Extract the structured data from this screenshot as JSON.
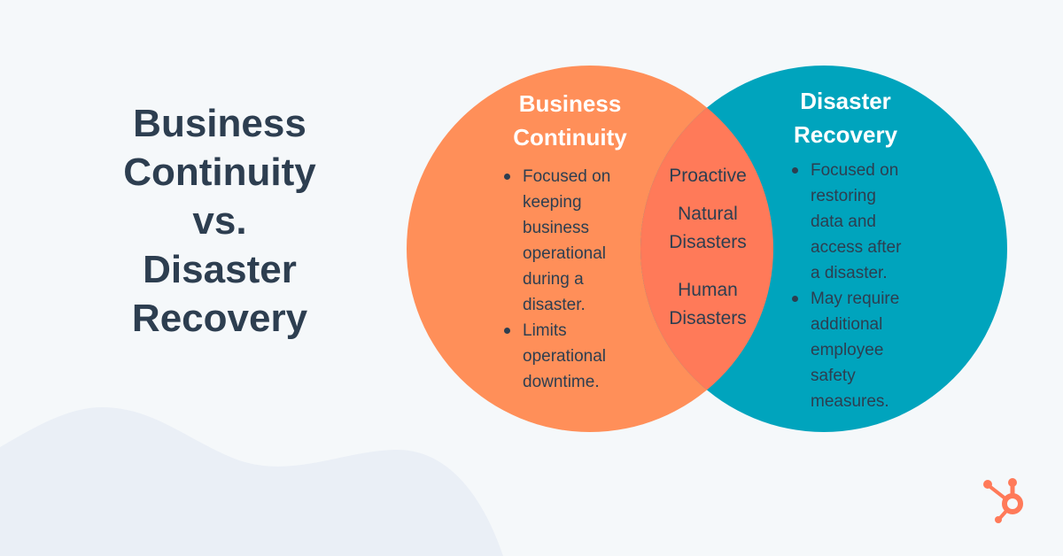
{
  "title": {
    "lines": [
      "Business",
      "Continuity",
      "vs.",
      "Disaster",
      "Recovery"
    ]
  },
  "colors": {
    "background": "#f5f8fa",
    "wave": "#eaeff6",
    "business_continuity": "#ff8f59",
    "disaster_recovery": "#00a4bd",
    "overlap": "#ff7a59",
    "text_dark": "#2d3e50",
    "logo": "#ff7a59"
  },
  "business_continuity": {
    "title_lines": [
      "Business",
      "Continuity"
    ],
    "bullets": [
      {
        "lines": [
          "Focused on",
          "keeping",
          "business",
          "operational",
          "during a",
          "disaster."
        ]
      },
      {
        "lines": [
          "Limits",
          "operational",
          "downtime."
        ]
      }
    ]
  },
  "disaster_recovery": {
    "title_lines": [
      "Disaster",
      "Recovery"
    ],
    "bullets": [
      {
        "lines": [
          "Focused on",
          "restoring",
          "data and",
          "access after",
          "a disaster."
        ]
      },
      {
        "lines": [
          "May require",
          "additional",
          "employee",
          "safety",
          "measures."
        ]
      }
    ]
  },
  "overlap": {
    "items": [
      {
        "lines": [
          "Proactive"
        ]
      },
      {
        "lines": [
          "Natural",
          "Disasters"
        ]
      },
      {
        "lines": [
          "Human",
          "Disasters"
        ]
      }
    ]
  },
  "logo": {
    "icon": "hubspot-sprocket-icon"
  }
}
